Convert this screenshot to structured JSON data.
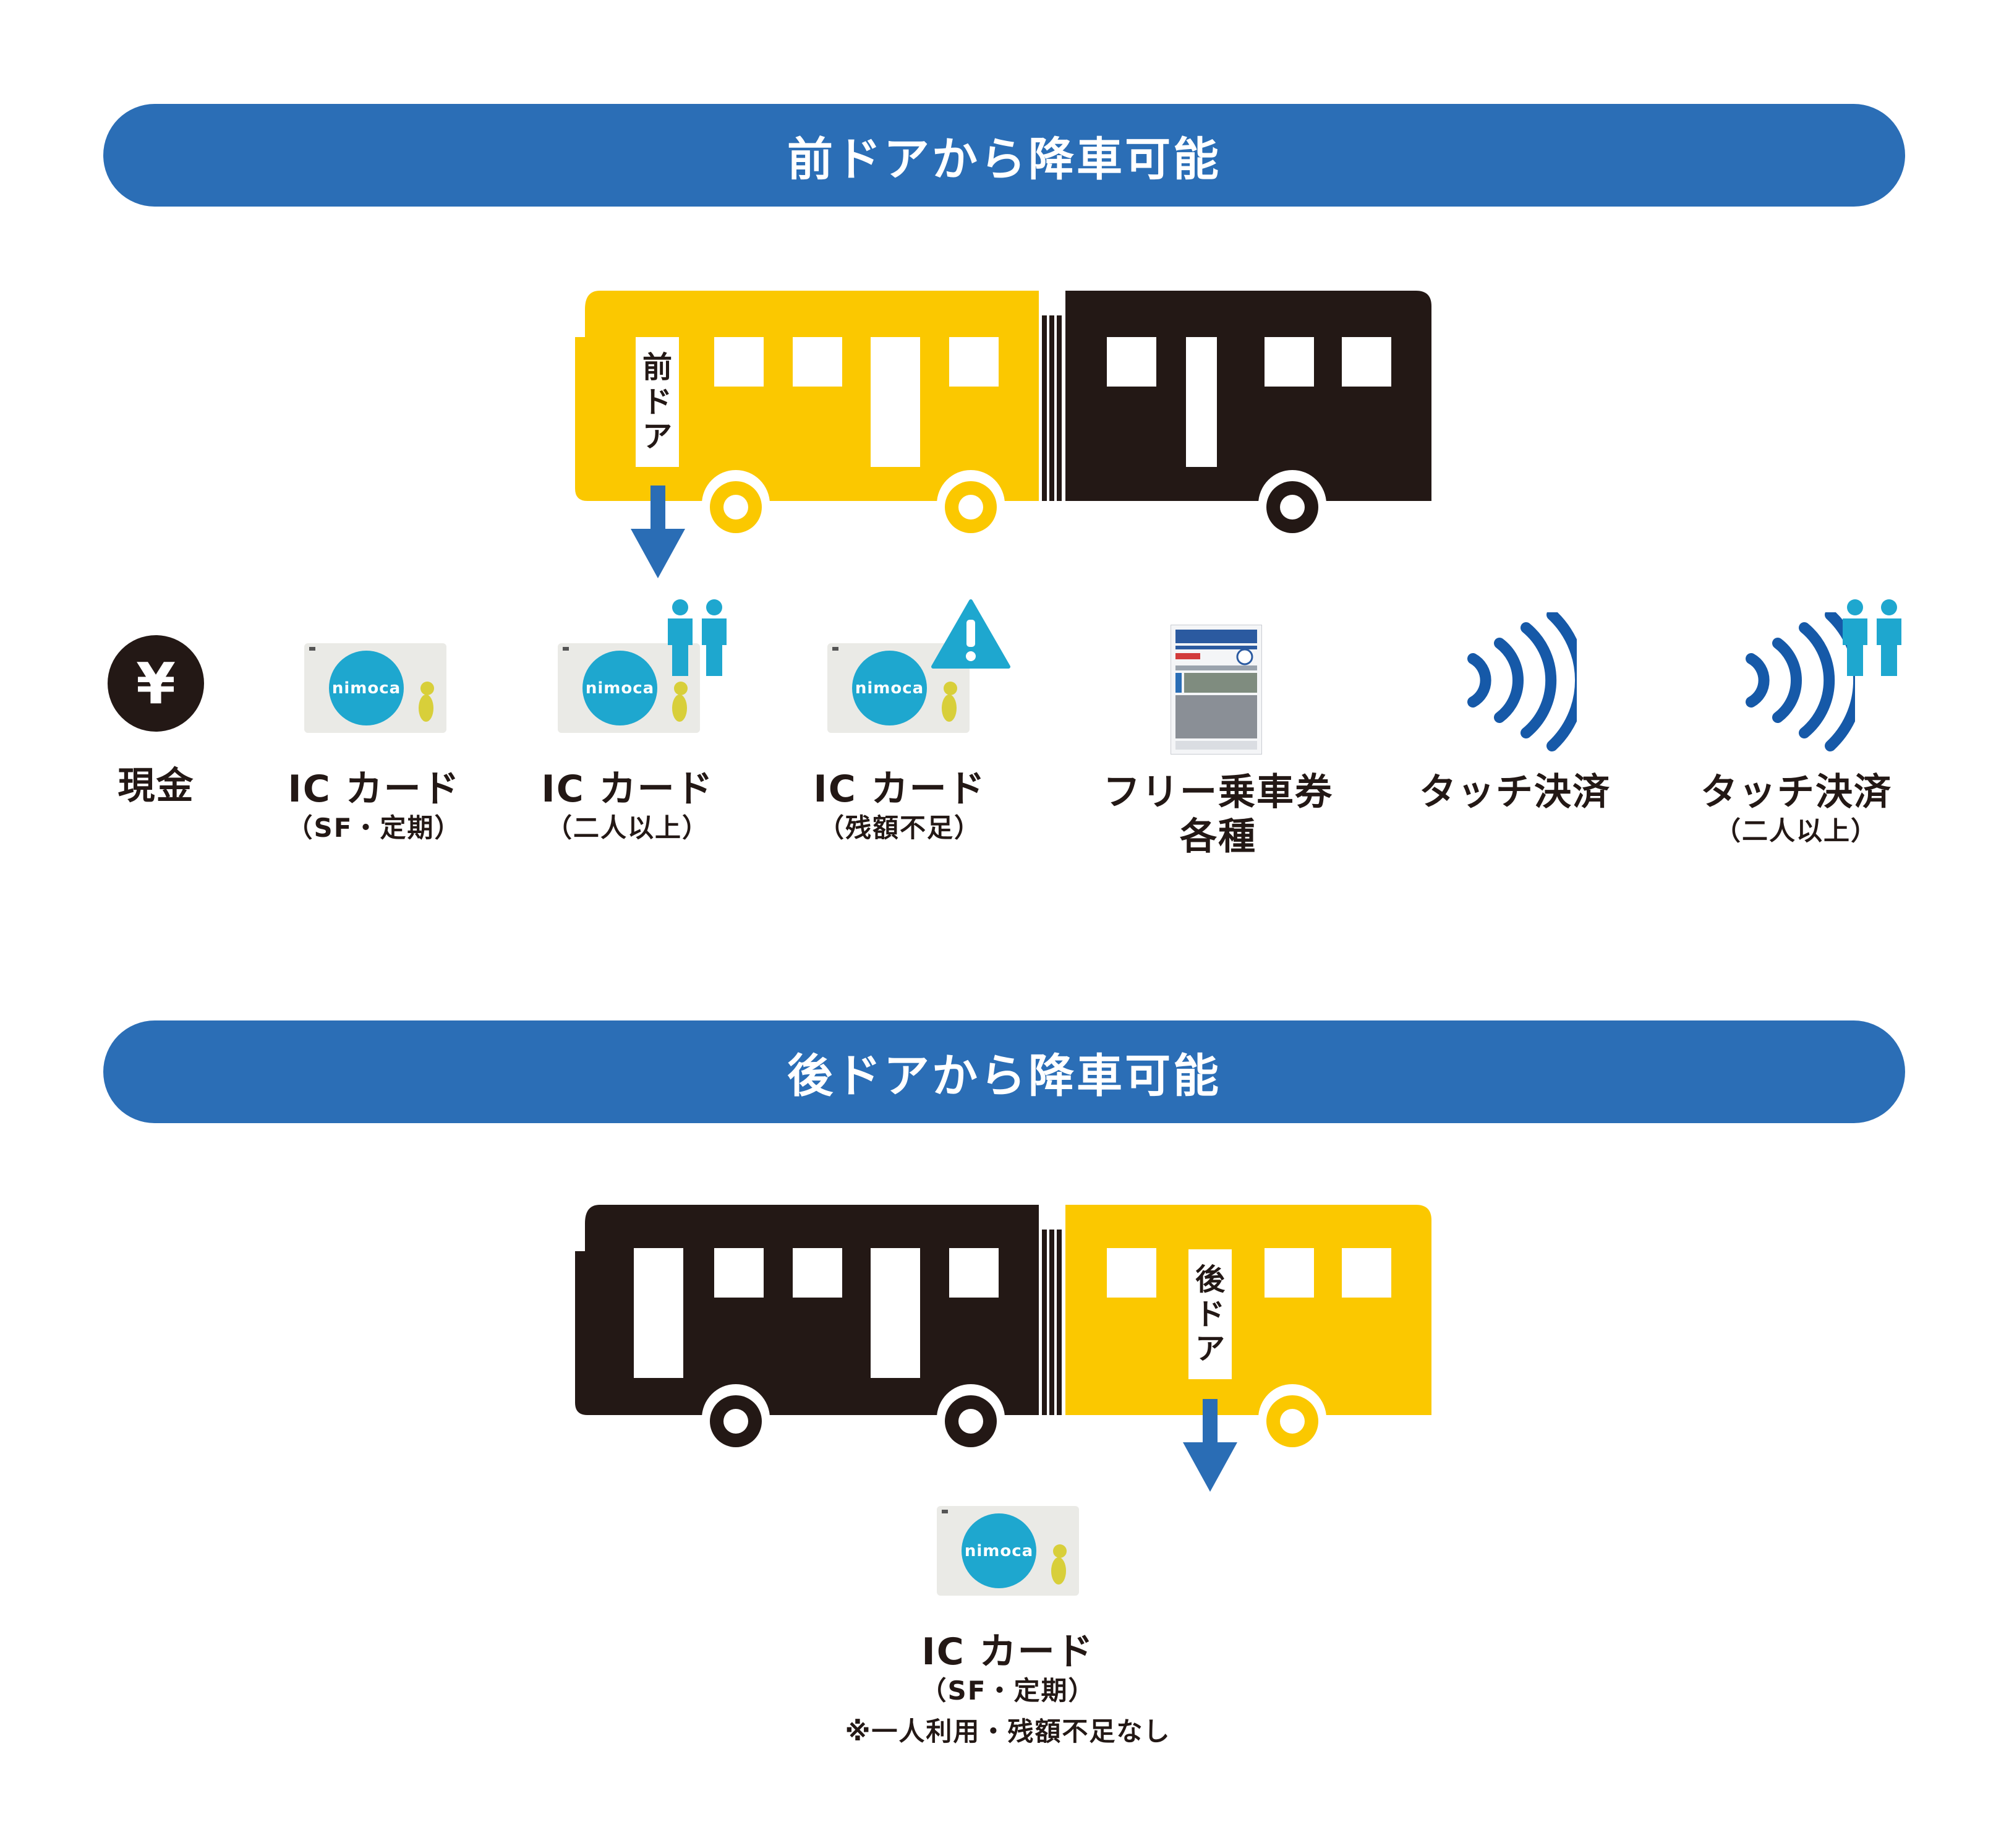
{
  "front_section": {
    "banner": "前ドアから降車可能",
    "door_label": [
      "前",
      "ド",
      "ア"
    ],
    "methods": [
      {
        "icon": "yen-icon",
        "label": "現金",
        "sub": ""
      },
      {
        "icon": "nimoca-card-icon",
        "label": "IC カード",
        "sub": "（SF・定期）"
      },
      {
        "icon": "nimoca-card-two-people-icon",
        "label": "IC カード",
        "sub": "（二人以上）"
      },
      {
        "icon": "nimoca-card-warning-icon",
        "label": "IC カード",
        "sub": "（残額不足）"
      },
      {
        "icon": "free-pass-ticket-icon",
        "label": "フリー乗車券",
        "sub": "各種"
      },
      {
        "icon": "touch-payment-icon",
        "label": "タッチ決済",
        "sub": ""
      },
      {
        "icon": "touch-payment-two-people-icon",
        "label": "タッチ決済",
        "sub": "（二人以上）"
      }
    ]
  },
  "rear_section": {
    "banner": "後ドアから降車可能",
    "door_label": [
      "後",
      "ド",
      "ア"
    ],
    "methods": [
      {
        "icon": "nimoca-card-icon",
        "label": "IC カード",
        "sub": "（SF・定期）",
        "note": "※一人利用・残額不足なし"
      }
    ]
  },
  "card_brand": "nimoca",
  "yen_symbol": "¥",
  "colors": {
    "banner_blue": "#2b6eb6",
    "bus_yellow": "#fbc800",
    "bus_black": "#231815",
    "icon_cyan": "#1ea7cf",
    "arrow_blue": "#2a6db5",
    "wave_blue": "#1659a8"
  }
}
